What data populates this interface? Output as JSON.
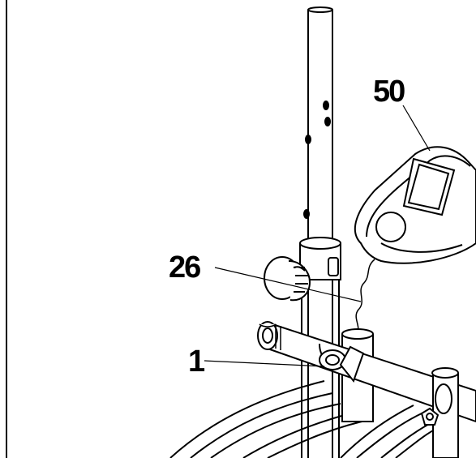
{
  "callouts": [
    {
      "id": "console",
      "label": "50"
    },
    {
      "id": "knob",
      "label": "26"
    },
    {
      "id": "frame",
      "label": "1"
    }
  ],
  "colors": {
    "line": "#000000",
    "background": "#ffffff"
  }
}
